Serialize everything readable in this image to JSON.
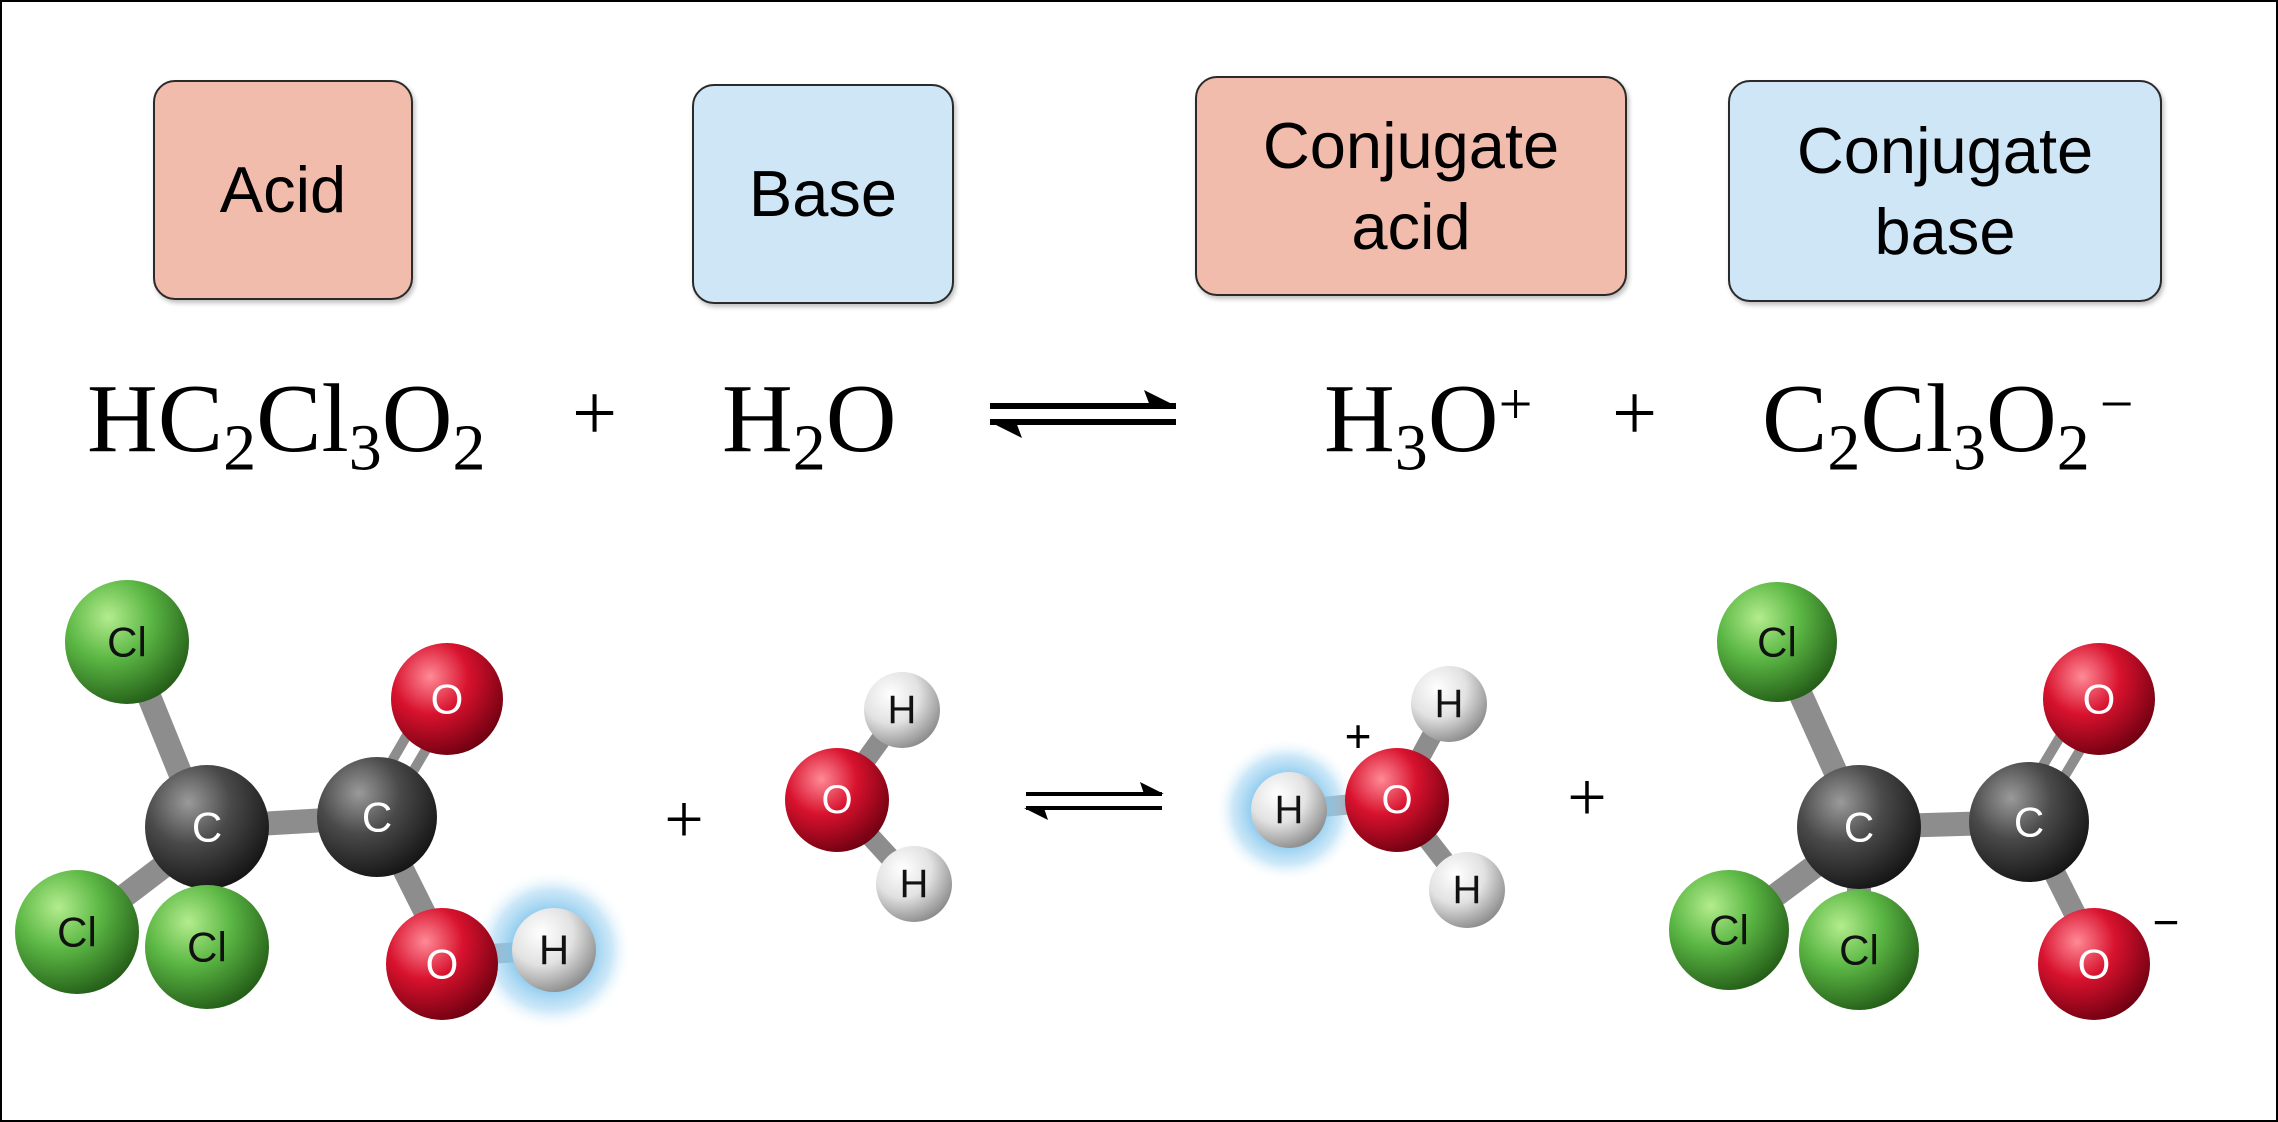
{
  "labels": {
    "acid": "Acid",
    "base": "Base",
    "conjugate_acid_line1": "Conjugate",
    "conjugate_acid_line2": "acid",
    "conjugate_base_line1": "Conjugate",
    "conjugate_base_line2": "base"
  },
  "equation": {
    "acid": {
      "p1": "HC",
      "s1": "2",
      "p2": "Cl",
      "s2": "3",
      "p3": "O",
      "s3": "2"
    },
    "plus1": "+",
    "base": {
      "p1": "H",
      "s1": "2",
      "p2": "O"
    },
    "conj_acid": {
      "p1": "H",
      "s1": "3",
      "p2": "O",
      "sup": "+"
    },
    "plus2": "+",
    "conj_base": {
      "p1": "C",
      "s1": "2",
      "p2": "Cl",
      "s2": "3",
      "p3": "O",
      "s3": "2",
      "sup": "−"
    }
  },
  "models": {
    "plus_a": "+",
    "plus_b": "+",
    "hydronium_charge": "+",
    "anion_charge": "−",
    "atom_labels": {
      "cl": "Cl",
      "c": "C",
      "o": "O",
      "h": "H"
    }
  },
  "colors": {
    "acid_box": "#f2bcad",
    "base_box": "#cfe6f6",
    "chlorine": "#5cb845",
    "carbon": "#4a4a4a",
    "oxygen": "#d8122e",
    "hydrogen": "#e6e6e6",
    "proton_highlight": "#7fc4ec"
  },
  "icons": {
    "equilibrium": "equilibrium-arrows-icon"
  }
}
